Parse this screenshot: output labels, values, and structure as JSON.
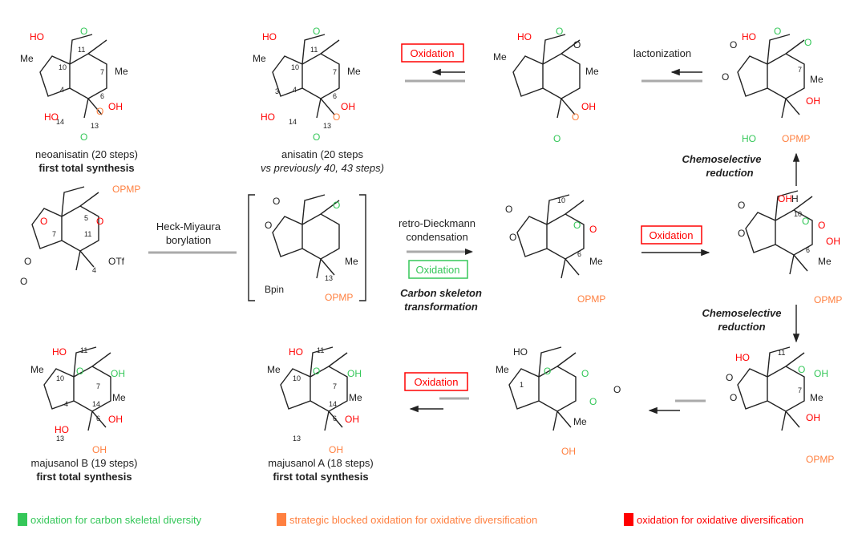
{
  "colors": {
    "green": "#35c759",
    "orange": "#ff8040",
    "red": "#ff0000",
    "arrow_gray": "#aaaaaa"
  },
  "compounds": {
    "neoanisatin": {
      "name": "neoanisatin (20 steps)",
      "note": "first total synthesis",
      "atoms": [
        "HO",
        "Me",
        "O",
        "11",
        "10",
        "7",
        "Me",
        "6",
        "OH",
        "4",
        "HO",
        "14",
        "13",
        "O",
        "O"
      ]
    },
    "anisatin": {
      "name": "anisatin (20 steps",
      "note": "vs previously 40, 43 steps)",
      "atoms": [
        "HO",
        "Me",
        "O",
        "11",
        "10",
        "7",
        "Me",
        "3",
        "4",
        "6",
        "OH",
        "HO",
        "14",
        "13",
        "O",
        "O"
      ]
    },
    "lactone_intermediate": {
      "atoms": [
        "HO",
        "Me",
        "O",
        "O",
        "Me",
        "OH",
        "O",
        "O"
      ]
    },
    "top_right": {
      "atoms": [
        "O",
        "O",
        "HO",
        "O",
        "O",
        "7",
        "Me",
        "OH",
        "HO",
        "OPMP"
      ]
    },
    "starting_material": {
      "atoms": [
        "OPMP",
        "5",
        "O",
        "7",
        "O",
        "11",
        "O",
        "O",
        "4",
        "OTf"
      ]
    },
    "borylation_intermediate": {
      "atoms": [
        "O",
        "O",
        "O",
        "Me",
        "13",
        "Bpin",
        "OPMP"
      ]
    },
    "skeleton_product": {
      "atoms": [
        "O",
        "O",
        "10",
        "O",
        "O",
        "6",
        "Me",
        "OPMP"
      ]
    },
    "oxidized_product": {
      "atoms": [
        "O",
        "O",
        "OH",
        "H",
        "10",
        "O",
        "O",
        "6",
        "OH",
        "Me",
        "OPMP"
      ]
    },
    "bottom_right": {
      "atoms": [
        "HO",
        "11",
        "O",
        "O",
        "O",
        "OH",
        "7",
        "Me",
        "OH",
        "OPMP"
      ]
    },
    "carbonate": {
      "atoms": [
        "HO",
        "Me",
        "1",
        "O",
        "O",
        "O",
        "O",
        "Me",
        "OH"
      ]
    },
    "majusanol_a": {
      "name": "majusanol A (18 steps)",
      "note": "first total synthesis",
      "atoms": [
        "HO",
        "11",
        "Me",
        "10",
        "O",
        "OH",
        "7",
        "Me",
        "14",
        "6",
        "OH",
        "13",
        "OH"
      ]
    },
    "majusanol_b": {
      "name": "majusanol B (19 steps)",
      "note": "first total synthesis",
      "atoms": [
        "HO",
        "11",
        "Me",
        "10",
        "O",
        "OH",
        "7",
        "4",
        "14",
        "Me",
        "6",
        "OH",
        "HO",
        "13",
        "OH"
      ]
    }
  },
  "reactions": {
    "oxidation_label": "Oxidation",
    "lactonization": "lactonization",
    "chemoselective_reduction_1": [
      "Chemoselective",
      "reduction"
    ],
    "chemoselective_reduction_2": [
      "Chemoselective",
      "reduction"
    ],
    "heck_miyaura": [
      "Heck-Miyaura",
      "borylation"
    ],
    "retro_dieckmann": [
      "retro-Dieckmann",
      "condensation"
    ],
    "carbon_skeleton": [
      "Carbon skeleton",
      "transformation"
    ]
  },
  "legend": [
    {
      "label": "oxidation for carbon skeletal diversity",
      "color": "#35c759"
    },
    {
      "label": "strategic blocked oxidation for oxidative diversification",
      "color": "#ff8040"
    },
    {
      "label": "oxidation for oxidative diversification",
      "color": "#ff0000"
    }
  ]
}
